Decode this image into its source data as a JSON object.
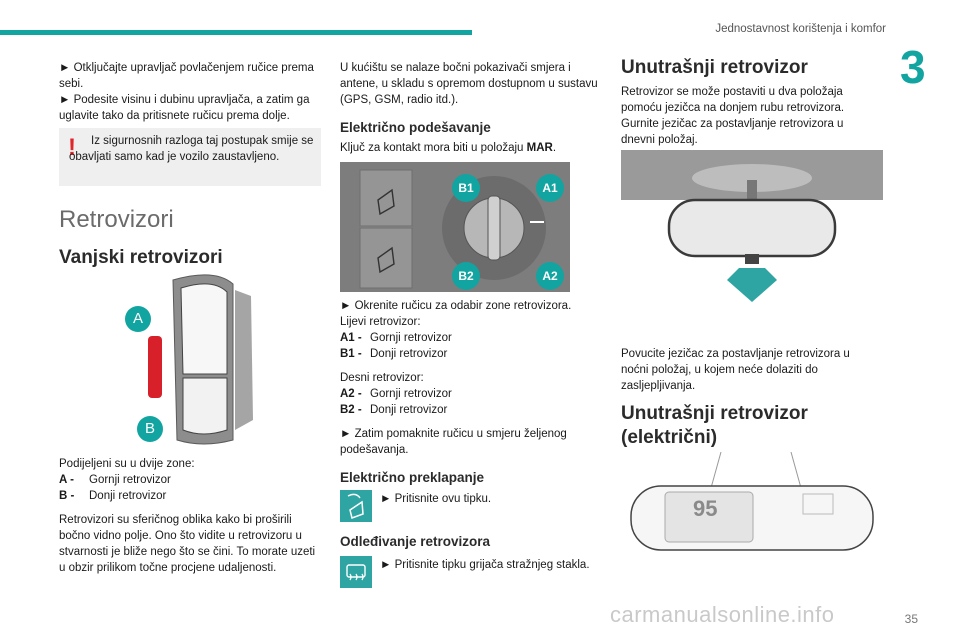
{
  "header": {
    "running_title": "Jednostavnost korištenja i komfor",
    "chapter_number": "3"
  },
  "col1": {
    "step1": "► Otključajte upravljač povlačenjem ručice prema sebi.",
    "step2": "► Podesite visinu i dubinu upravljača, a zatim ga uglavite tako da pritisnete ručicu prema dolje.",
    "warning": "Iz sigurnosnih razloga taj postupak smije se obavljati samo kad je vozilo zaustavljeno.",
    "warning_icon": "!",
    "section_title": "Retrovizori",
    "subsection_title": "Vanjski retrovizori",
    "img_label_a": "A",
    "img_label_b": "B",
    "zones_intro": "Podijeljeni su u dvije zone:",
    "zones": [
      {
        "key": "A -",
        "text": "Gornji retrovizor"
      },
      {
        "key": "B -",
        "text": "Donji retrovizor"
      }
    ],
    "spherical": "Retrovizori su sferičnog oblika kako bi proširili bočno vidno polje. Ono što vidite u retrovizoru u stvarnosti je bliže nego što se čini. To morate uzeti u obzir prilikom točne procjene udaljenosti."
  },
  "col2": {
    "intro": "U kućištu se nalaze bočni pokazivači smjera i antene, u skladu s opremom dostupnom u sustavu (GPS, GSM, radio itd.).",
    "electric_title": "Električno podešavanje",
    "key_prefix": "Ključ za kontakt mora biti u položaju ",
    "key_pos": "MAR",
    "key_suffix": ".",
    "img_labels": {
      "b1": "B1",
      "a1": "A1",
      "b2": "B2",
      "a2": "A2"
    },
    "turn": "► Okrenite ručicu za odabir zone retrovizora.",
    "left_label": "Lijevi retrovizor:",
    "left": [
      {
        "key": "A1 -",
        "text": "Gornji retrovizor"
      },
      {
        "key": "B1 -",
        "text": "Donji retrovizor"
      }
    ],
    "right_label": "Desni retrovizor:",
    "right": [
      {
        "key": "A2 -",
        "text": "Gornji retrovizor"
      },
      {
        "key": "B2 -",
        "text": "Donji retrovizor"
      }
    ],
    "move": "► Zatim pomaknite ručicu u smjeru željenog podešavanja.",
    "fold_title": "Električno preklapanje",
    "fold_text": "► Pritisnite ovu tipku.",
    "defrost_title": "Odleđivanje retrovizora",
    "defrost_text": "► Pritisnite tipku grijača stražnjeg stakla."
  },
  "col3": {
    "title1": "Unutrašnji retrovizor",
    "text1": "Retrovizor se može postaviti u dva položaja pomoću jezičca na donjem rubu retrovizora. Gurnite jezičac za postavljanje retrovizora u dnevni položaj.",
    "text2": "Povucite jezičac za postavljanje retrovizora u noćni položaj, u kojem neće dolaziti do zasljepljivanja.",
    "title2": "Unutrašnji retrovizor (električni)",
    "display_value": "95"
  },
  "footer": {
    "page_number": "35",
    "watermark": "carmanualsonline.info"
  },
  "colors": {
    "teal": "#12a4a0",
    "warning_red": "#e0262b"
  }
}
